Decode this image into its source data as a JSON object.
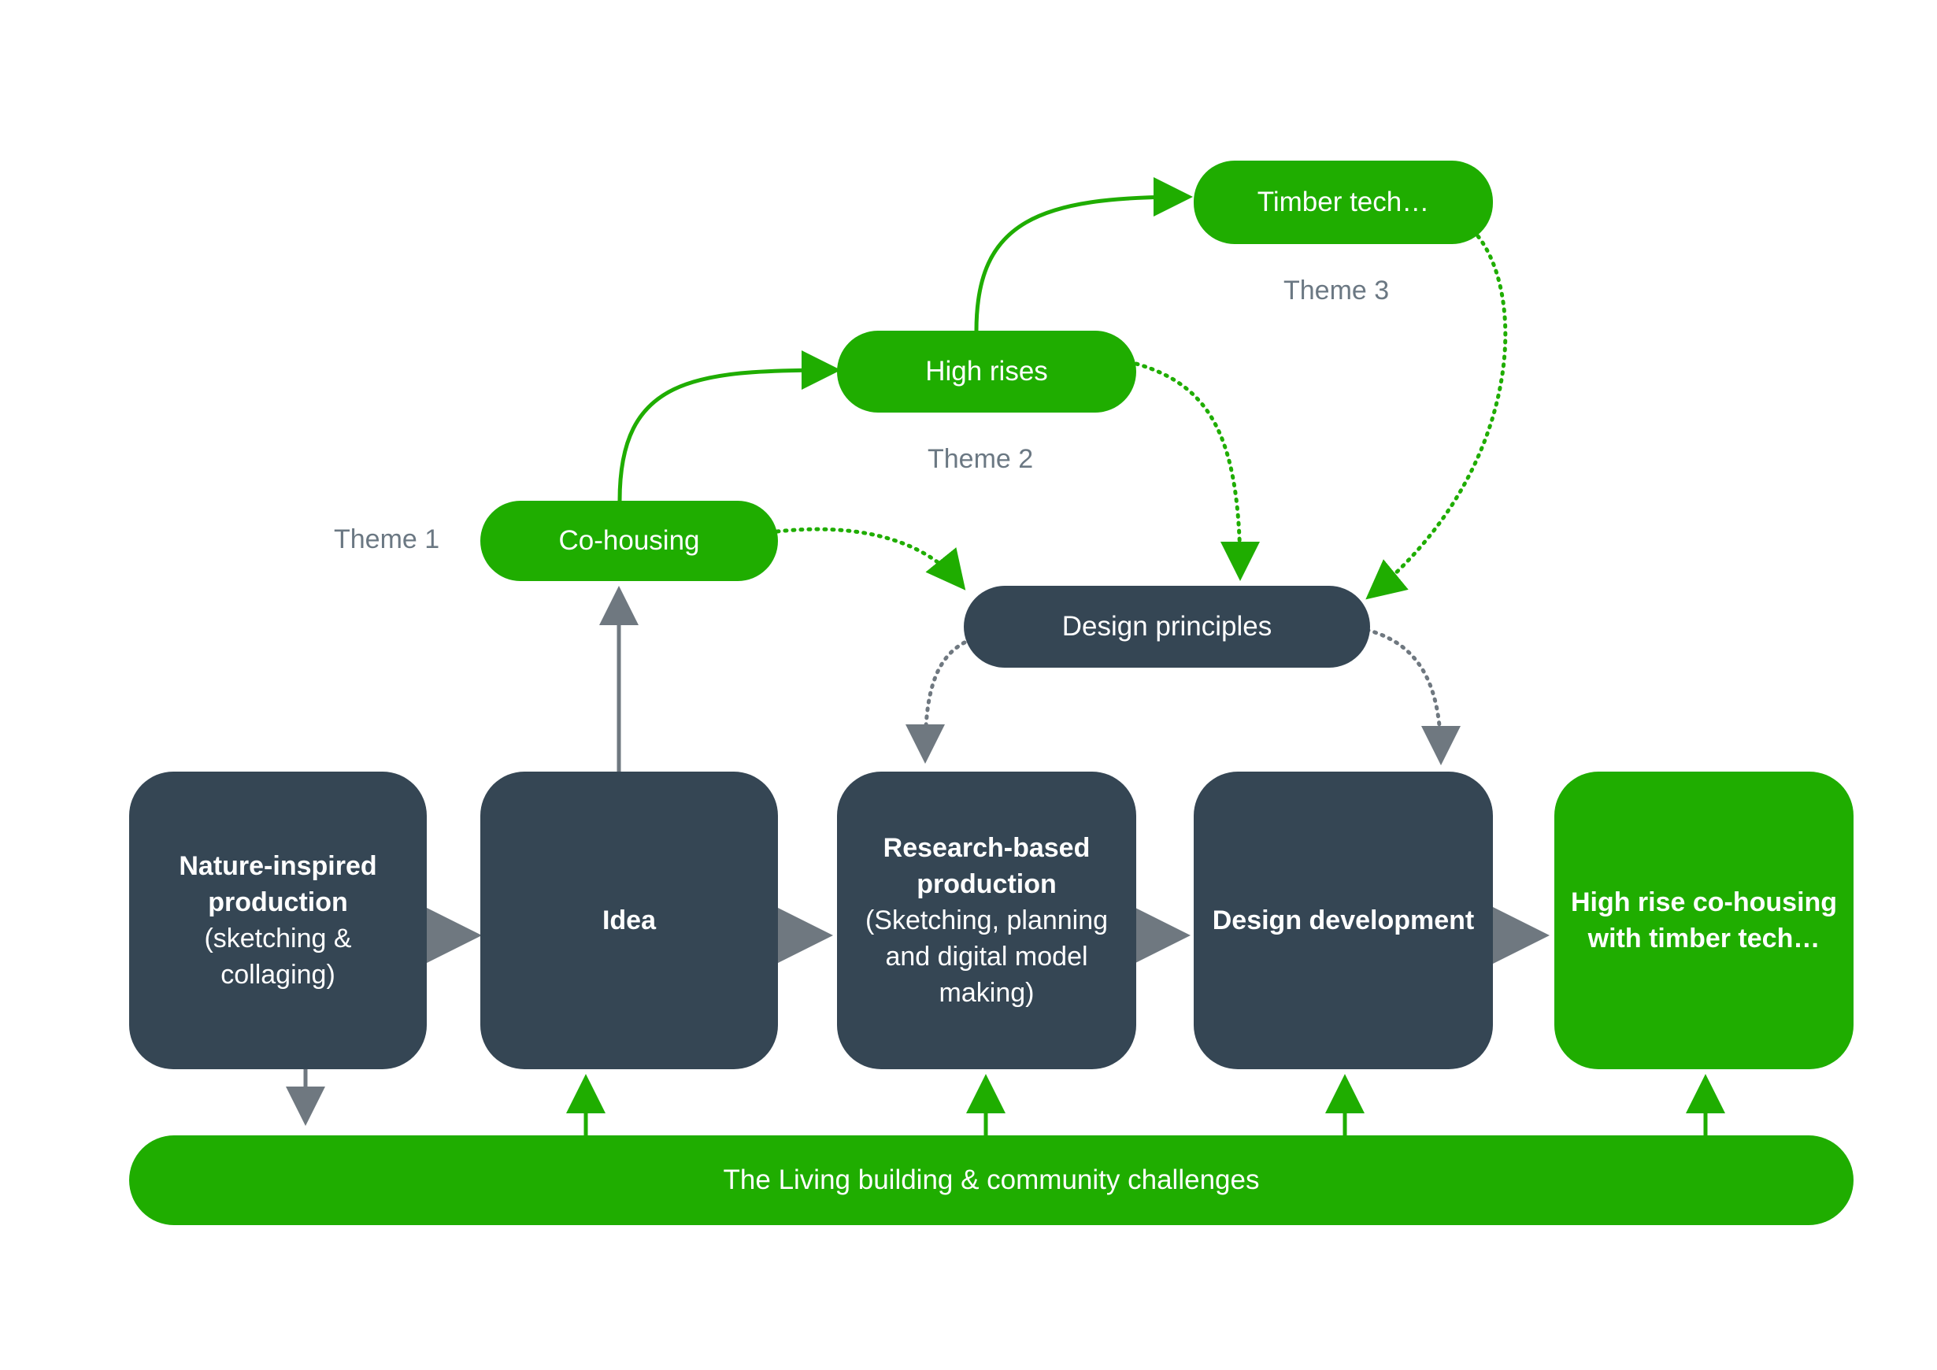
{
  "themes": {
    "cohousing": {
      "label": "Co-housing",
      "caption": "Theme 1"
    },
    "highrises": {
      "label": "High rises",
      "caption": "Theme 2"
    },
    "timber": {
      "label": "Timber tech…",
      "caption": "Theme 3"
    }
  },
  "design_principles": {
    "label": "Design principles"
  },
  "process": {
    "nature": {
      "title": "Nature-inspired production",
      "detail": "(sketching & collaging)"
    },
    "idea": {
      "title": "Idea"
    },
    "research": {
      "title": "Research-based production",
      "detail": "(Sketching, planning and digital model making)"
    },
    "development": {
      "title": "Design development"
    },
    "outcome": {
      "title": "High rise co-housing with timber tech…"
    }
  },
  "foundation": {
    "label": "The Living building & community challenges"
  },
  "colors": {
    "green": "#1fad00",
    "dark": "#354654",
    "gray_arrow": "#6f7880",
    "label_gray": "#6b7883"
  }
}
